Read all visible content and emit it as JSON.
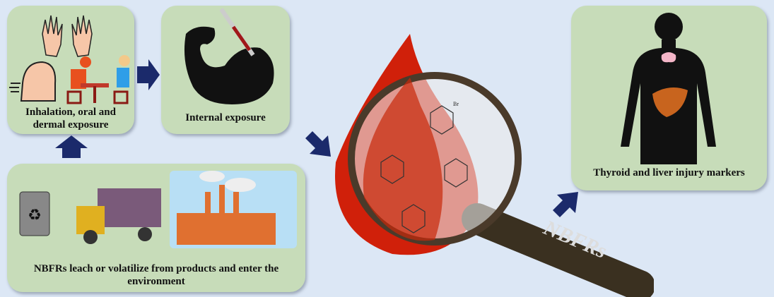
{
  "panels": {
    "exposure_routes": "Inhalation, oral and dermal exposure",
    "internal": "Internal exposure",
    "environment": "NBFRs leach or volatilize from products and enter the environment",
    "markers": "Thyroid and liver injury markers"
  },
  "magnifier_label": "NBFRs",
  "molecule_atom_label": "Br",
  "colors": {
    "background": "#dce7f5",
    "panel": "#c7dcb9",
    "arrow": "#1b2a6b",
    "blood": "#d0200a"
  }
}
